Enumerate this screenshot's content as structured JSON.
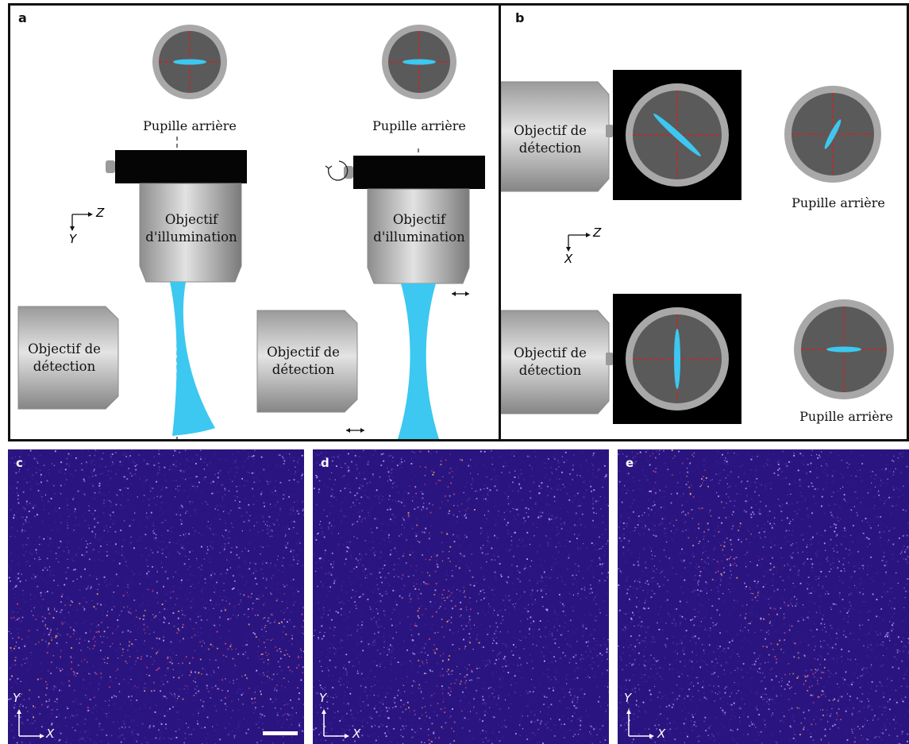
{
  "panels": {
    "a": {
      "letter": "a",
      "pupil_left_label": "Pupille arrière",
      "pupil_right_label": "Pupille arrière",
      "illum_left_label_line1": "Objectif",
      "illum_left_label_line2": "d'illumination",
      "illum_right_label_line1": "Objectif",
      "illum_right_label_line2": "d'illumination",
      "detect_left_line1": "Objectif de",
      "detect_left_line2": "détection",
      "detect_right_line1": "Objectif de",
      "detect_right_line2": "détection",
      "axis_horizontal": "Z",
      "axis_vertical": "Y"
    },
    "b": {
      "letter": "b",
      "detect_top_line1": "Objectif de",
      "detect_top_line2": "détection",
      "detect_bottom_line1": "Objectif de",
      "detect_bottom_line2": "détection",
      "pupil_top_label": "Pupille arrière",
      "pupil_bottom_label": "Pupille arrière",
      "axis_horizontal": "Z",
      "axis_vertical": "X"
    },
    "c": {
      "letter": "c",
      "axis_vertical": "Y",
      "axis_horizontal": "X"
    },
    "d": {
      "letter": "d",
      "axis_vertical": "Y",
      "axis_horizontal": "X"
    },
    "e": {
      "letter": "e",
      "axis_vertical": "Y",
      "axis_horizontal": "X"
    }
  },
  "colors": {
    "pupil_inner": "#5a5a5a",
    "pupil_ring": "#a8a8a8",
    "beam": "#3cc8f0",
    "crosshair": "#d42020",
    "micro_background": "#2a1580"
  }
}
